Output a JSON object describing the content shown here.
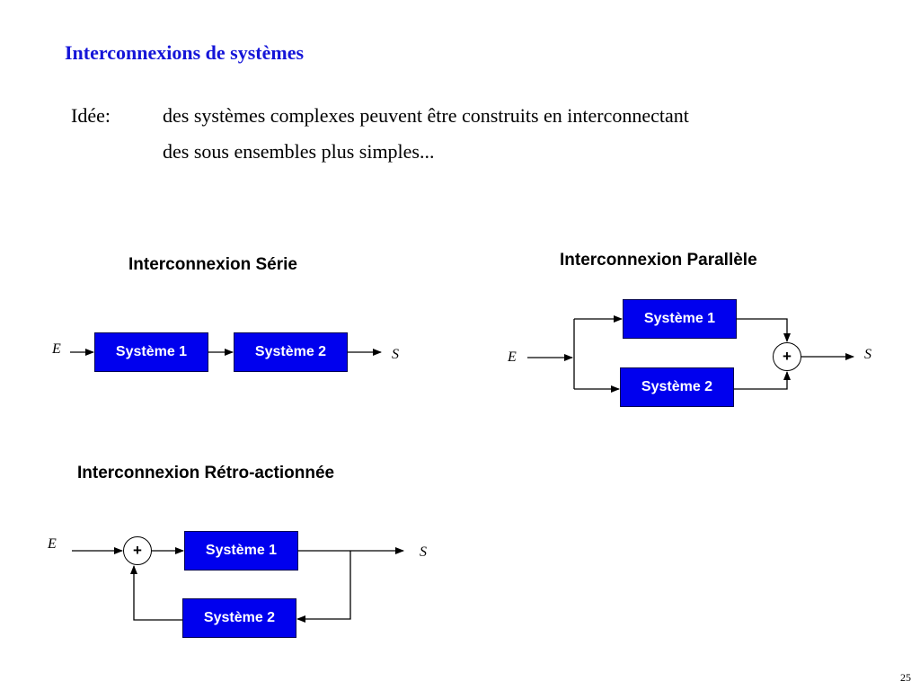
{
  "slide": {
    "title": "Interconnexions de systèmes",
    "idea_label": "Idée:",
    "idea_lines": [
      "des systèmes complexes peuvent être construits en interconnectant",
      "des sous ensembles plus simples..."
    ],
    "page_number": "25"
  },
  "serie": {
    "title": "Interconnexion Série",
    "input": "E",
    "output": "S",
    "block1": "Système 1",
    "block2": "Système 2"
  },
  "parallel": {
    "title": "Interconnexion Parallèle",
    "input": "E",
    "output": "S",
    "block1": "Système 1",
    "block2": "Système 2",
    "summer": "+"
  },
  "retro": {
    "title": "Interconnexion Rétro-actionnée",
    "input": "E",
    "output": "S",
    "block1": "Système 1",
    "block2": "Système 2",
    "summer": "+"
  },
  "colors": {
    "title": "#1515d8",
    "block_fill": "#0000ee",
    "block_text": "#ffffff"
  }
}
